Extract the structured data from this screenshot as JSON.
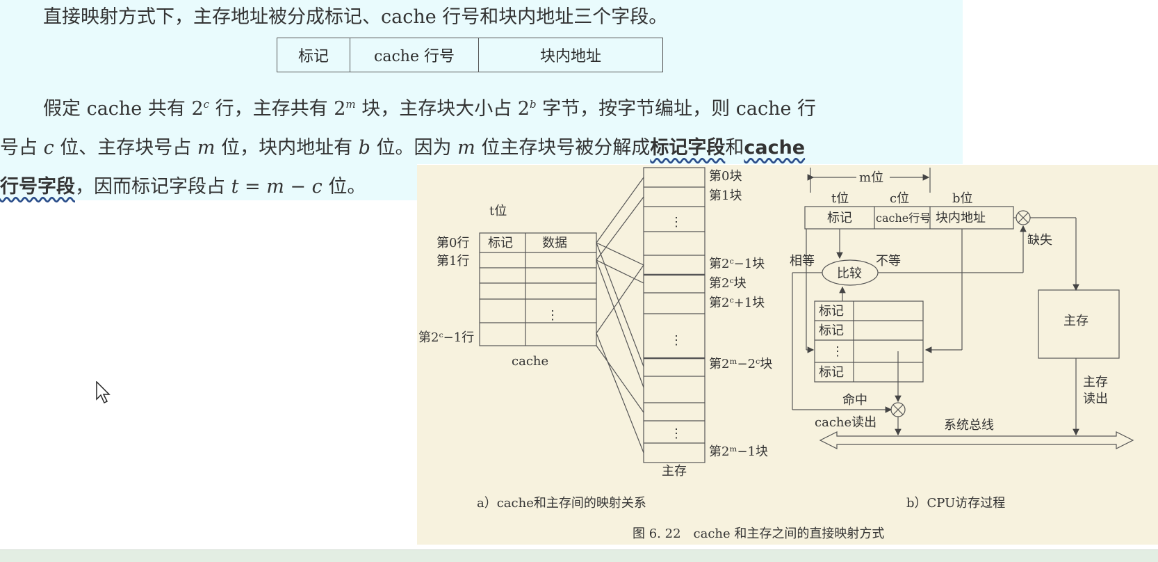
{
  "paragraph1": "直接映射方式下，主存地址被分成标记、cache 行号和块内地址三个字段。",
  "address_fields": [
    "标记",
    "cache 行号",
    "块内地址"
  ],
  "paragraph2": {
    "line1_a": "假定 cache 共有 2",
    "line1_sup_c": "c",
    "line1_b": " 行，主存共有 2",
    "line1_sup_m": "m",
    "line1_c": " 块，主存块大小占 2",
    "line1_sup_b": "b",
    "line1_d": " 字节，按字节编址，则 cache 行",
    "line2_a": "号占 ",
    "line2_c": "c",
    "line2_b": " 位、主存块号占 ",
    "line2_m": "m",
    "line2_d": " 位，块内地址有 ",
    "line2_bb": "b",
    "line2_e": " 位。因为 ",
    "line2_m2": "m",
    "line2_f": " 位主存块号被分解成",
    "line2_bold1": "标记字段",
    "line2_g": "和",
    "line2_bold2": "cache",
    "line3_bold": "行号字段",
    "line3_a": "，因而标记字段占 ",
    "line3_formula": "t = m − c",
    "line3_b": " 位。"
  },
  "figure": {
    "cache": {
      "t_label": "t位",
      "headers": [
        "标记",
        "数据"
      ],
      "row_labels": [
        "第0行",
        "第1行",
        "第2ᶜ−1行"
      ],
      "ellipsis": "⋮",
      "caption": "cache"
    },
    "memory": {
      "block_labels": [
        "第0块",
        "第1块",
        "第2ᶜ−1块",
        "第2ᶜ块",
        "第2ᶜ+1块",
        "第2ᵐ−2ᶜ块",
        "第2ᵐ−1块"
      ],
      "ellipsis": "⋮",
      "caption": "主存"
    },
    "cpu": {
      "m_label": "m位",
      "t_label": "t位",
      "c_label": "c位",
      "b_label": "b位",
      "fields": [
        "标记",
        "cache行号",
        "块内地址"
      ],
      "equal": "相等",
      "not_equal": "不等",
      "compare": "比较",
      "miss": "缺失",
      "tag_rows": [
        "标记",
        "标记",
        "⋮",
        "标记"
      ],
      "main_memory": "主存",
      "hit": "命中",
      "cache_read": "cache读出",
      "mem_read": "主存\n读出",
      "mem_read_l1": "主存",
      "mem_read_l2": "读出",
      "bus": "系统总线"
    },
    "caption_a": "a）cache和主存间的映射关系",
    "caption_b": "b）CPU访存过程",
    "title": "图 6. 22　cache 和主存之间的直接映射方式"
  }
}
